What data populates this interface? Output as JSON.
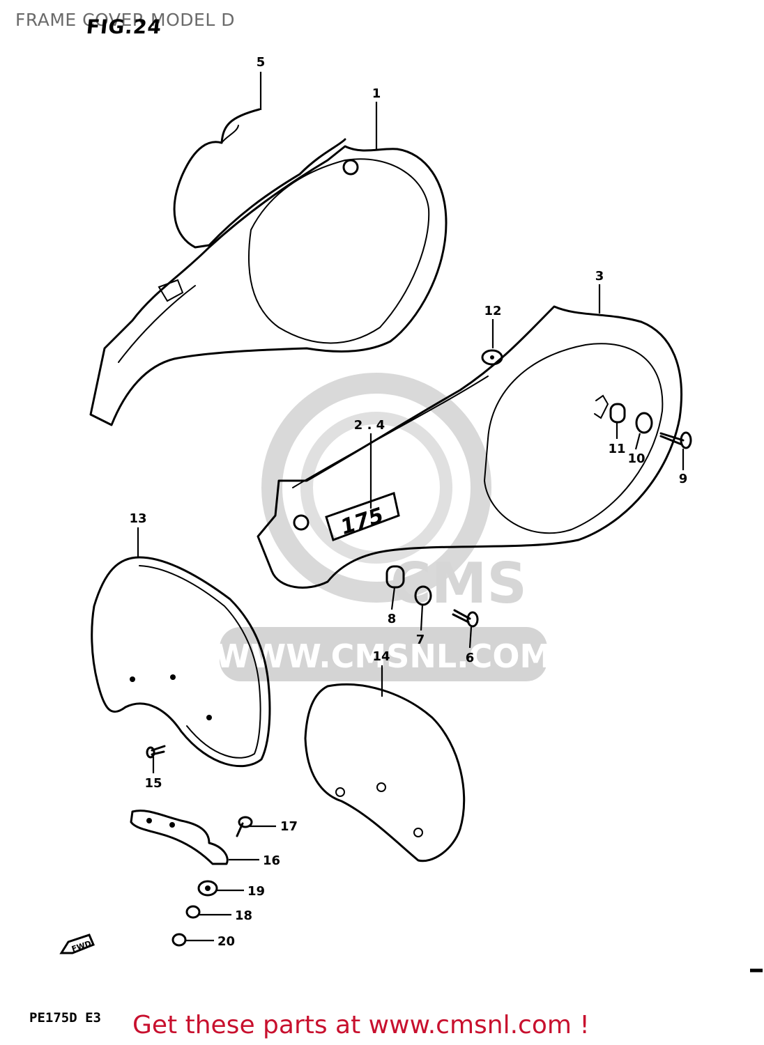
{
  "page": {
    "title": "FRAME COVER MODEL D",
    "figure": "FIG.24",
    "model_code": "PE175D  E3",
    "footer": "Get these parts at www.cmsnl.com !"
  },
  "watermark": {
    "url": "WWW.CMSNL.COM",
    "brand": "CMS"
  },
  "decal_text": "175",
  "fwd_arrow": "FWD",
  "colors": {
    "footer": "#c8102e",
    "watermark": "#d6d6d6",
    "lines": "#000000"
  },
  "callouts": {
    "c1": "1",
    "c2_4": "2 . 4",
    "c3": "3",
    "c5": "5",
    "c6": "6",
    "c7": "7",
    "c8": "8",
    "c9": "9",
    "c10": "10",
    "c11": "11",
    "c12": "12",
    "c13": "13",
    "c14": "14",
    "c15": "15",
    "c16": "16",
    "c17": "17",
    "c18": "18",
    "c19": "19",
    "c20": "20"
  }
}
